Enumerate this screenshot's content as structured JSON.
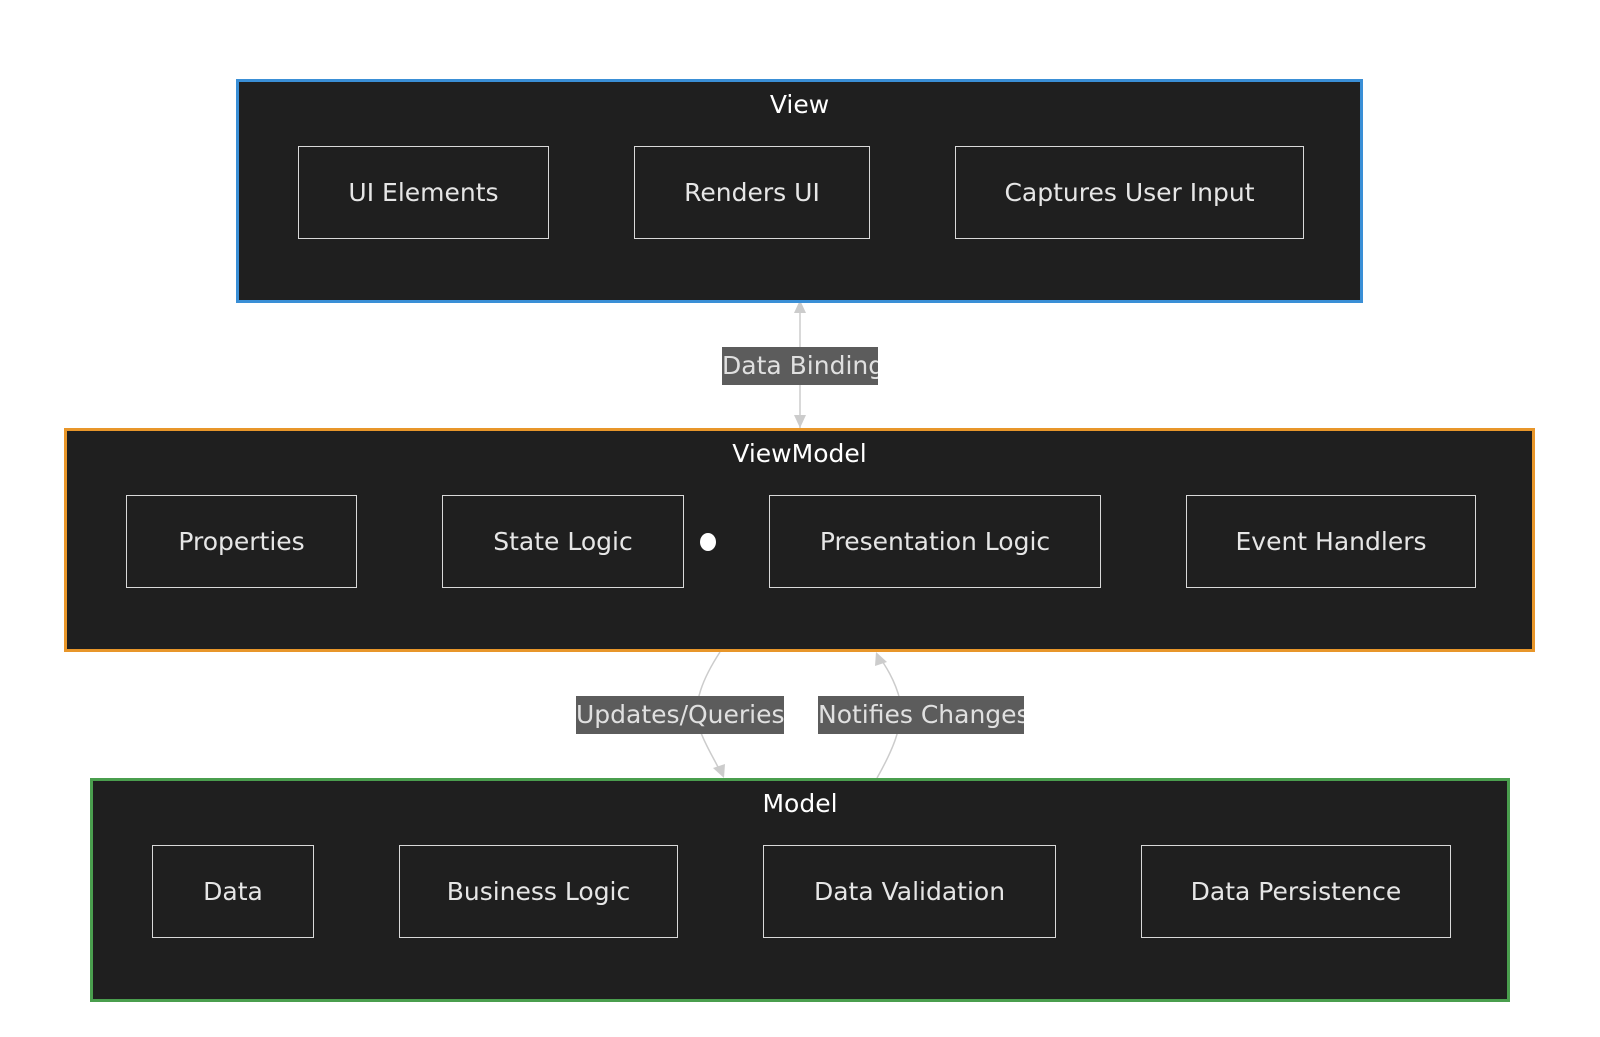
{
  "layers": {
    "view": {
      "title": "View",
      "color": "#3a8fd6",
      "nodes": [
        "UI Elements",
        "Renders UI",
        "Captures User Input"
      ]
    },
    "viewmodel": {
      "title": "ViewModel",
      "color": "#e8962a",
      "nodes": [
        "Properties",
        "State Logic",
        "Presentation Logic",
        "Event Handlers"
      ]
    },
    "model": {
      "title": "Model",
      "color": "#4a9e4e",
      "nodes": [
        "Data",
        "Business Logic",
        "Data Validation",
        "Data Persistence"
      ]
    }
  },
  "edges": {
    "data_binding": "Data Binding",
    "updates_queries": "Updates/Queries",
    "notifies_changes": "Notifies Changes"
  },
  "edge_color": "#cccccc"
}
